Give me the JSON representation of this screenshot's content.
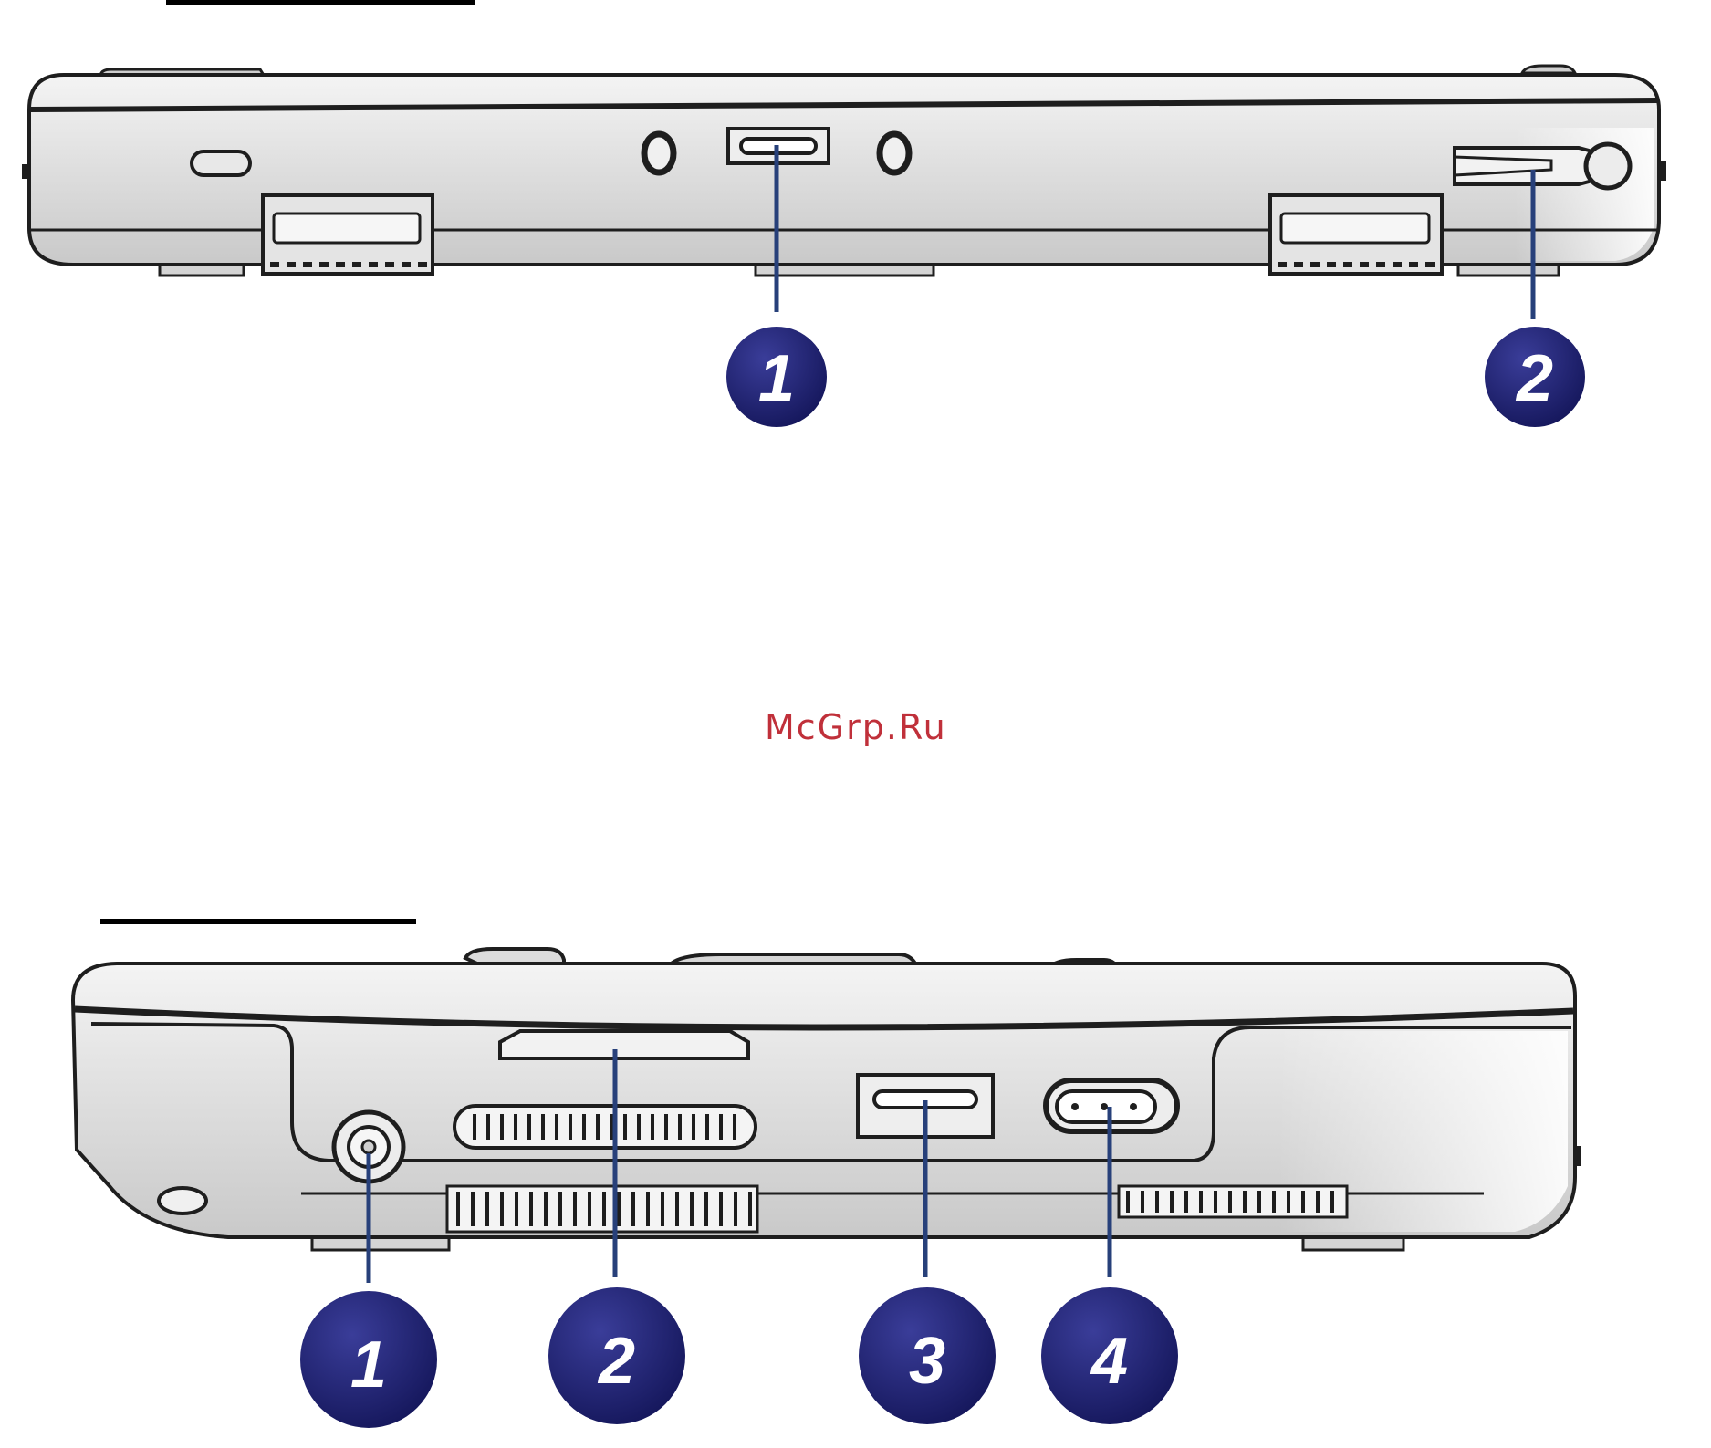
{
  "watermark": {
    "text": "McGrp.Ru",
    "color": "#c0303a"
  },
  "colors": {
    "callout": "#1d1f6e",
    "callout_line": "#27407a",
    "outline": "#1e1e1e",
    "body_fill": "#e3e3e3"
  },
  "top_view": {
    "callouts": [
      {
        "number": "1",
        "target": "usb-port"
      },
      {
        "number": "2",
        "target": "stylus-slot"
      }
    ]
  },
  "bottom_view": {
    "callouts": [
      {
        "number": "1",
        "target": "audio-jack"
      },
      {
        "number": "2",
        "target": "card-reader-slot"
      },
      {
        "number": "3",
        "target": "usb-port"
      },
      {
        "number": "4",
        "target": "power-jack"
      }
    ]
  }
}
